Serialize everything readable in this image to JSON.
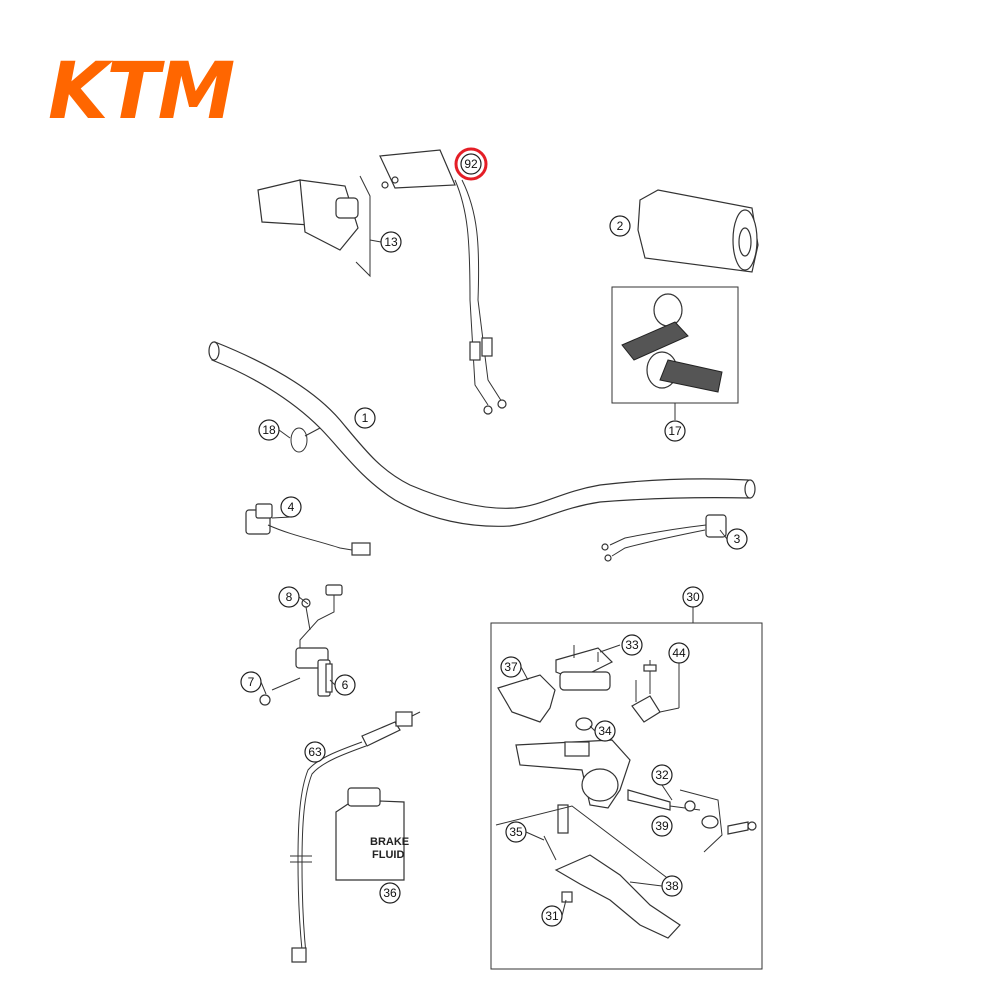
{
  "brand": {
    "logo_text": "KTM",
    "color": "#ff6600"
  },
  "highlight_color": "#e41e26",
  "bottle": {
    "line1": "BRAKE",
    "line2": "FLUID"
  },
  "callouts": {
    "c92": "92",
    "c13": "13",
    "c2": "2",
    "c17": "17",
    "c1": "1",
    "c18": "18",
    "c4": "4",
    "c3": "3",
    "c8": "8",
    "c6": "6",
    "c7": "7",
    "c63": "63",
    "c36": "36",
    "c30": "30",
    "c33": "33",
    "c44": "44",
    "c37": "37",
    "c34": "34",
    "c32": "32",
    "c39": "39",
    "c35": "35",
    "c38": "38",
    "c31": "31"
  }
}
